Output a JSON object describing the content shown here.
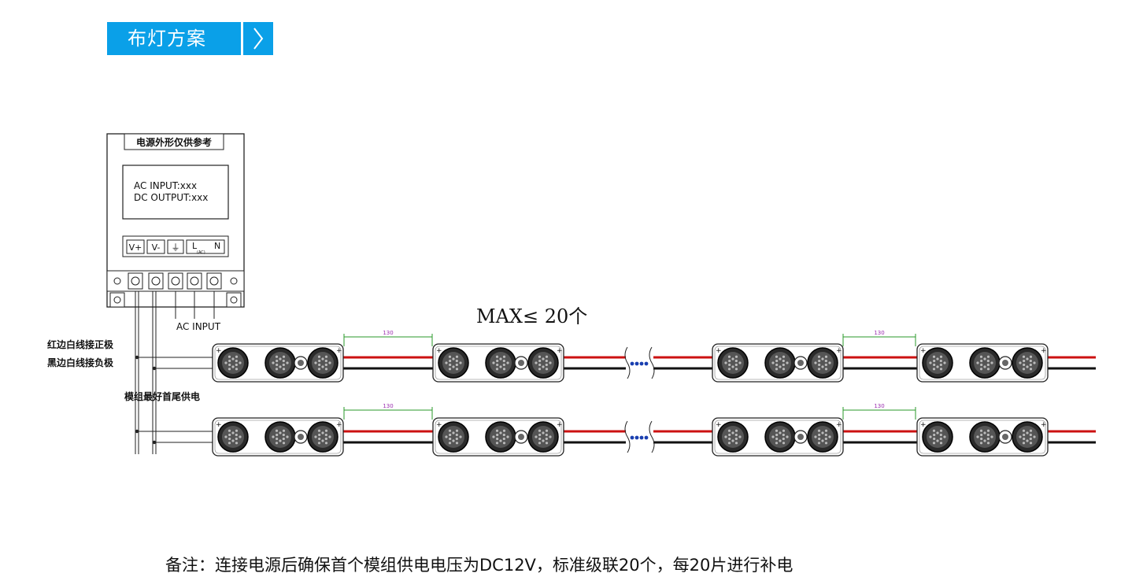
{
  "header": {
    "title": "布灯方案",
    "arrow_icon": "chevron-right-icon",
    "color": "#0aa0e8"
  },
  "diagram": {
    "psu": {
      "title": "电源外形仅供参考",
      "input_line": "AC INPUT:xxx",
      "output_line": "DC OUTPUT:xxx",
      "terminals": [
        "V+",
        "V-",
        "⏚",
        "L",
        "N"
      ],
      "terminal_sub": "(AC)",
      "ac_input_label": "AC INPUT"
    },
    "wire_labels": {
      "red": "红边白线接正极",
      "black": "黑边白线接负极",
      "feed_note": "模组最好首尾供电"
    },
    "max_label": "MAX≤ 20个",
    "spacing_label": "130",
    "colors": {
      "red_wire": "#cc1111",
      "black_wire": "#111111",
      "dots": "#1a3fb0",
      "dim": "#2a9a2a"
    }
  },
  "footer": {
    "note": "备注：连接电源后确保首个模组供电电压为DC12V，标准级联20个，每20片进行补电"
  }
}
